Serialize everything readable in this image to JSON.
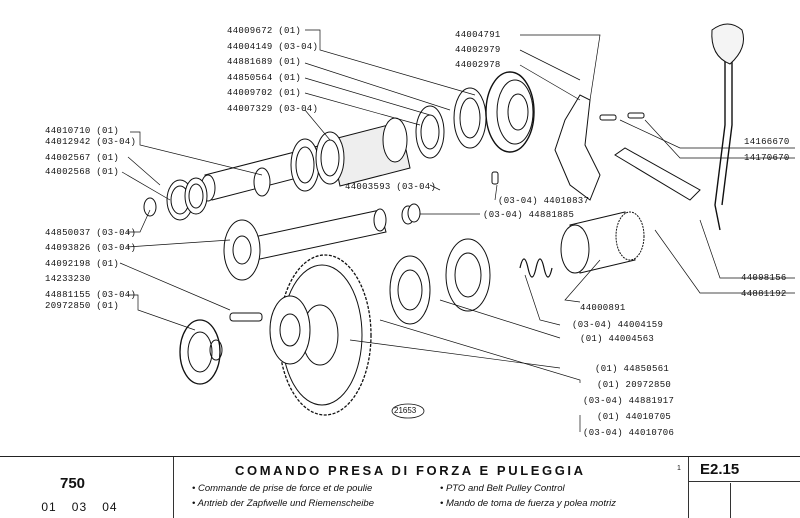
{
  "diagram": {
    "figure_number": "21653",
    "callouts": [
      {
        "id": "c1",
        "text": "44009672 (01)"
      },
      {
        "id": "c2",
        "text": "44004149 (03-04)"
      },
      {
        "id": "c3",
        "text": "44881689 (01)"
      },
      {
        "id": "c4",
        "text": "44850564 (01)"
      },
      {
        "id": "c5",
        "text": "44009702 (01)"
      },
      {
        "id": "c6",
        "text": "44007329 (03-04)"
      },
      {
        "id": "c7",
        "text": "44010710 (01)"
      },
      {
        "id": "c8",
        "text": "44012942 (03-04)"
      },
      {
        "id": "c9",
        "text": "44002567 (01)"
      },
      {
        "id": "c10",
        "text": "44002568 (01)"
      },
      {
        "id": "c11",
        "text": "44003593 (03-04)"
      },
      {
        "id": "c12",
        "text": "(03-04) 44010837"
      },
      {
        "id": "c13",
        "text": "(03-04) 44881885"
      },
      {
        "id": "c14",
        "text": "44850037 (03-04)"
      },
      {
        "id": "c15",
        "text": "44093826 (03-04)"
      },
      {
        "id": "c16",
        "text": "44092198 (01)"
      },
      {
        "id": "c17",
        "text": "14233230"
      },
      {
        "id": "c18",
        "text": "44881155 (03-04)"
      },
      {
        "id": "c19",
        "text": "20972850 (01)"
      },
      {
        "id": "c20",
        "text": "44004791"
      },
      {
        "id": "c21",
        "text": "44002979"
      },
      {
        "id": "c22",
        "text": "44002978"
      },
      {
        "id": "c23",
        "text": "14166670"
      },
      {
        "id": "c24",
        "text": "14170670"
      },
      {
        "id": "c25",
        "text": "44098156"
      },
      {
        "id": "c26",
        "text": "44881192"
      },
      {
        "id": "c27",
        "text": "44000891"
      },
      {
        "id": "c28",
        "text": "(03-04) 44004159"
      },
      {
        "id": "c29",
        "text": "(01) 44004563"
      },
      {
        "id": "c30",
        "text": "(01) 44850561"
      },
      {
        "id": "c31",
        "text": "(01) 20972850"
      },
      {
        "id": "c32",
        "text": "(03-04) 44881917"
      },
      {
        "id": "c33",
        "text": "(01) 44010705"
      },
      {
        "id": "c34",
        "text": "(03-04) 44010706"
      }
    ]
  },
  "footer": {
    "model": "750",
    "date": [
      "01",
      "03",
      "04"
    ],
    "title": "COMANDO PRESA DI FORZA E PULEGGIA",
    "translations": {
      "fr": "• Commande de prise de force et de poulie",
      "de": "• Antrieb der Zapfwelle und Riemenscheibe",
      "en": "• PTO and Belt Pulley Control",
      "es": "• Mando de toma de fuerza y polea motriz"
    },
    "page_mark": "1",
    "code": "E2.15"
  }
}
